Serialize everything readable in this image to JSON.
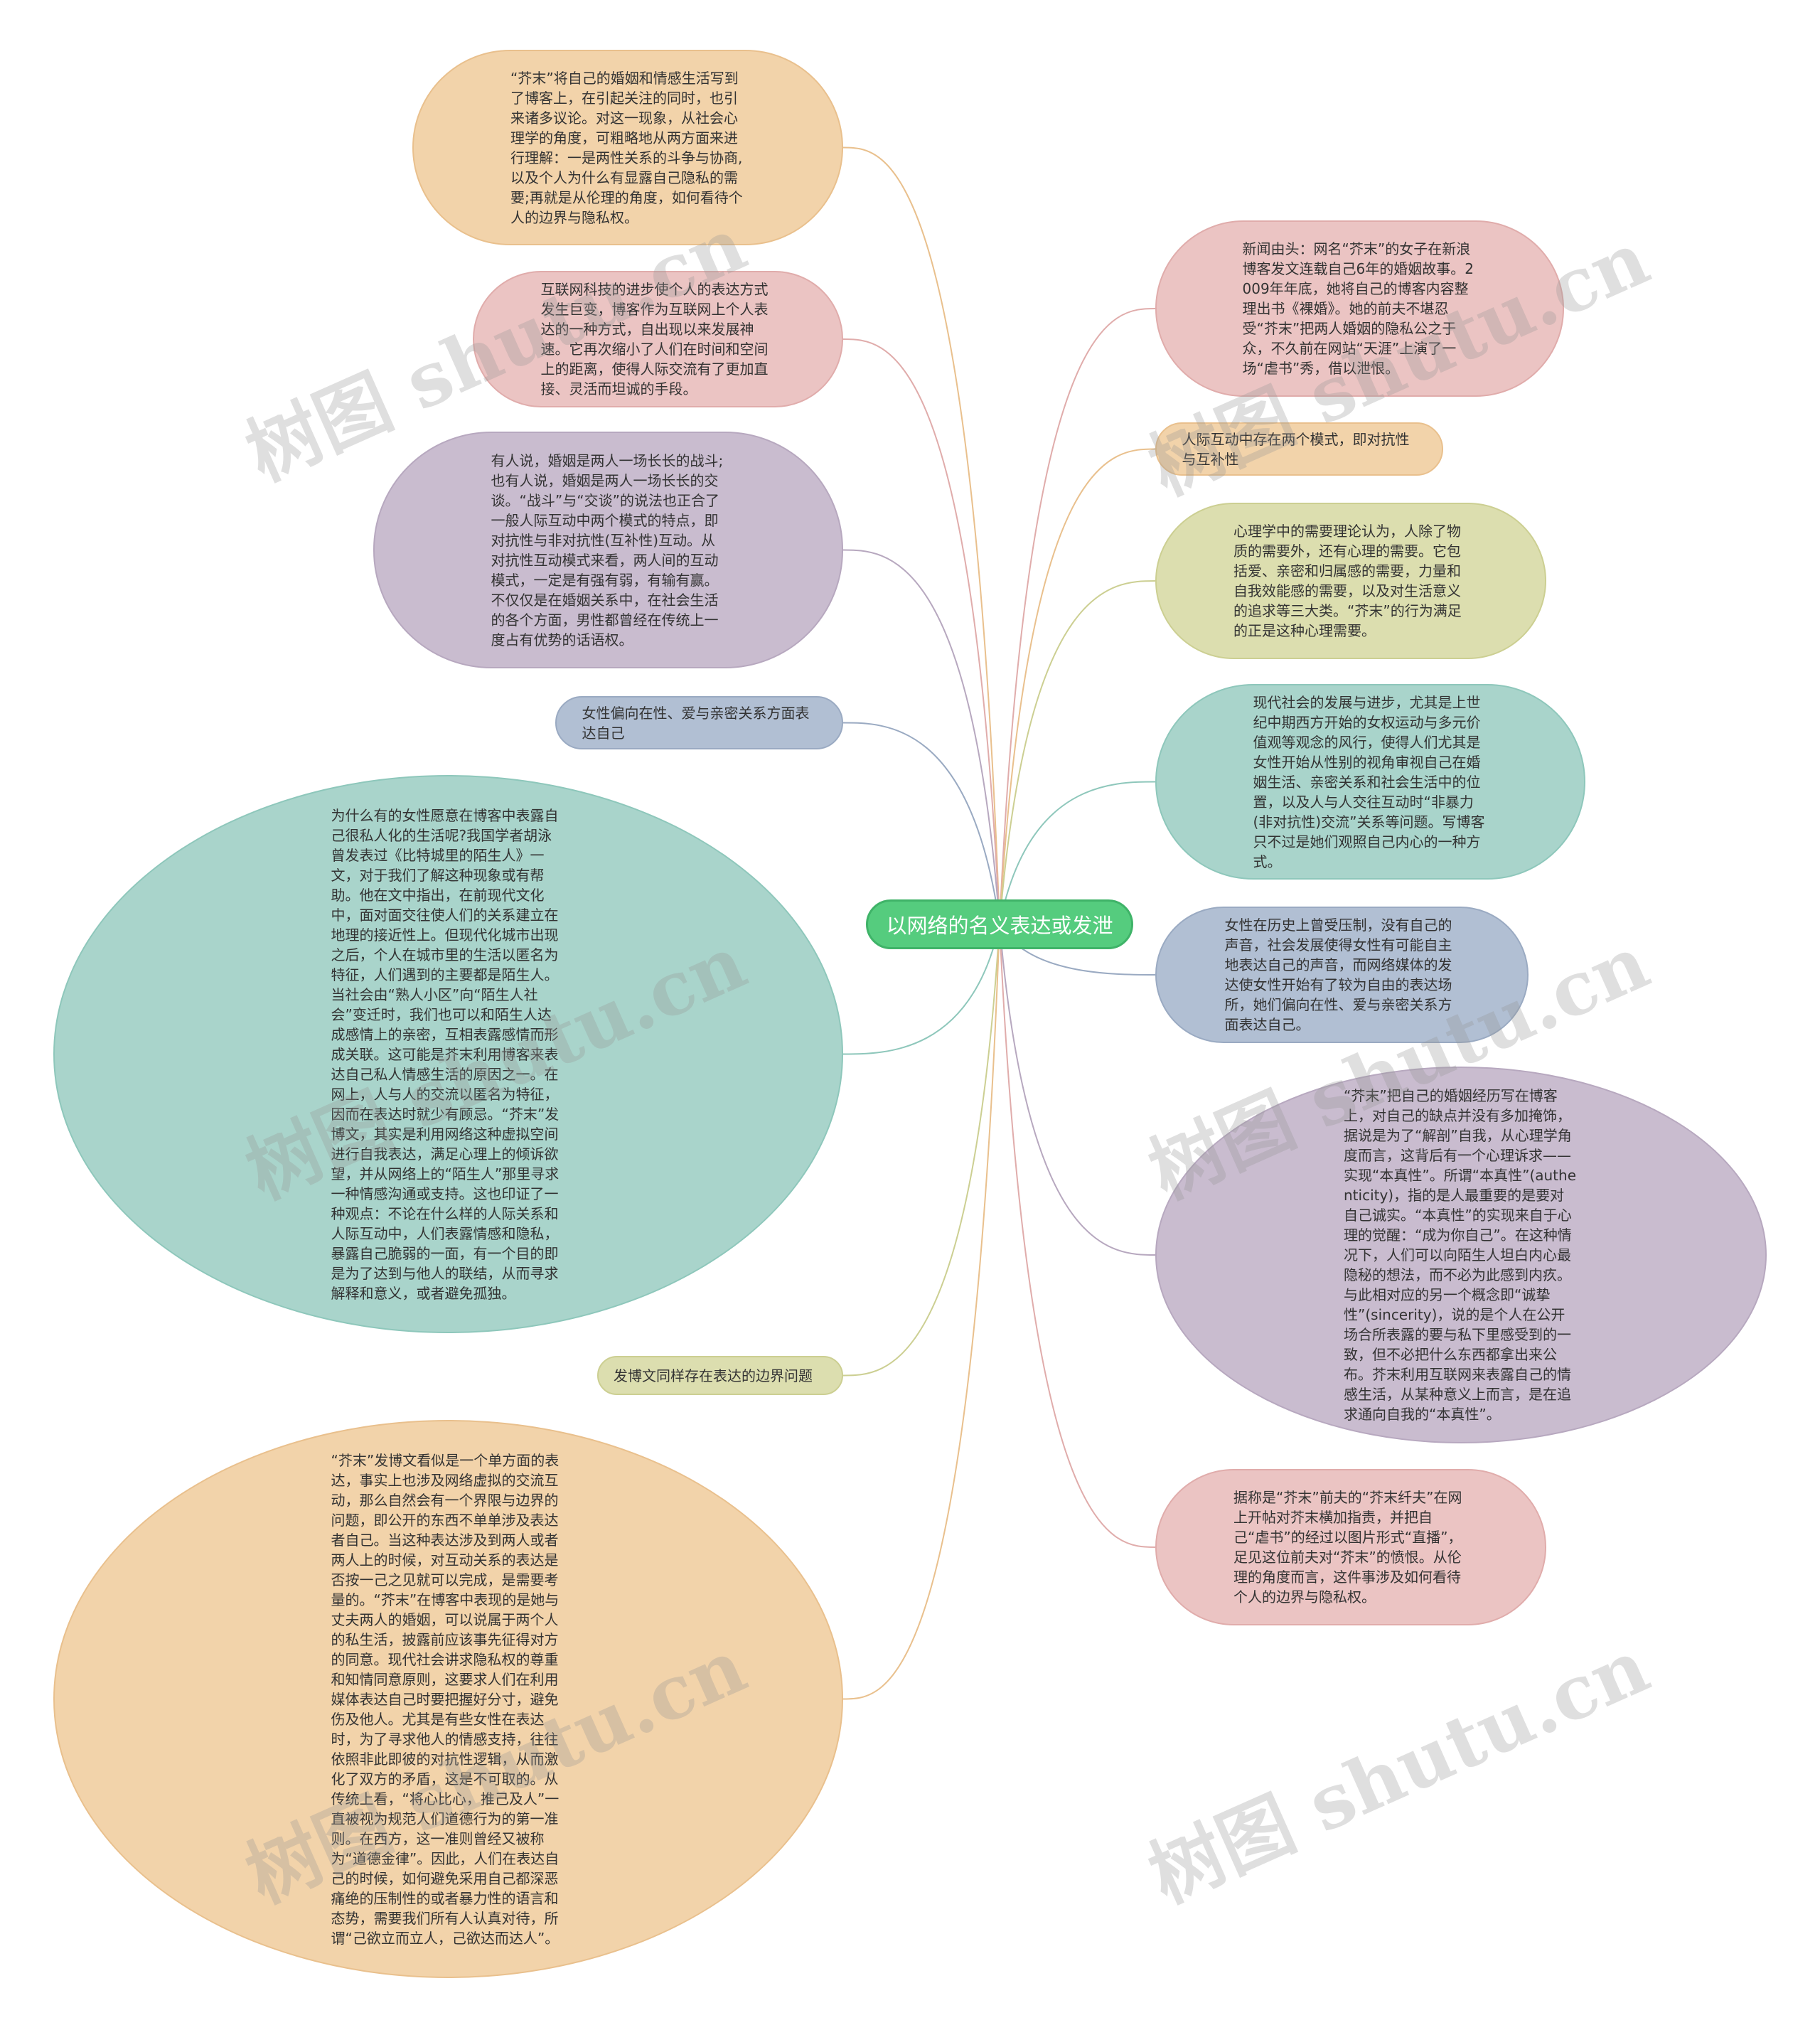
{
  "root": {
    "label": "以网络的名义表达或发泄"
  },
  "colors": {
    "orange": "#f2d3aa",
    "pink": "#ebc4c3",
    "purple": "#c9bccf",
    "blue": "#b1bfd3",
    "teal": "#a9d4cb",
    "olive": "#dcdeaf",
    "root": "#55cc7e"
  },
  "left_nodes": [
    {
      "text": "“芥末”将自己的婚姻和情感生活写到了博客上，在引起关注的同时，也引来诸多议论。对这一现象，从社会心理学的角度，可粗略地从两方面来进行理解：一是两性关系的斗争与协商,以及个人为什么有显露自己隐私的需要;再就是从伦理的角度，如何看待个人的边界与隐私权。",
      "color": "orange"
    },
    {
      "text": "互联网科技的进步使个人的表达方式发生巨变，博客作为互联网上个人表达的一种方式，自出现以来发展神速。它再次缩小了人们在时间和空间上的距离，使得人际交流有了更加直接、灵活而坦诚的手段。",
      "color": "pink"
    },
    {
      "text": "有人说，婚姻是两人一场长长的战斗;也有人说，婚姻是两人一场长长的交谈。“战斗”与“交谈”的说法也正合了一般人际互动中两个模式的特点，即对抗性与非对抗性(互补性)互动。从对抗性互动模式来看，两人间的互动模式，一定是有强有弱，有输有赢。不仅仅是在婚姻关系中，在社会生活的各个方面，男性都曾经在传统上一度占有优势的话语权。",
      "color": "purple"
    },
    {
      "text": "女性偏向在性、爱与亲密关系方面表达自己",
      "color": "blue"
    },
    {
      "text": "为什么有的女性愿意在博客中表露自己很私人化的生活呢?我国学者胡泳曾发表过《比特城里的陌生人》一文，对于我们了解这种现象或有帮助。他在文中指出，在前现代文化中，面对面交往使人们的关系建立在地理的接近性上。但现代化城市出现之后，个人在城市里的生活以匿名为特征，人们遇到的主要都是陌生人。当社会由“熟人小区”向“陌生人社会”变迁时，我们也可以和陌生人达成感情上的亲密，互相表露感情而形成关联。这可能是芥末利用博客来表达自己私人情感生活的原因之一。在网上，人与人的交流以匿名为特征，因而在表达时就少有顾忌。“芥末”发博文，其实是利用网络这种虚拟空间进行自我表达，满足心理上的倾诉欲望，并从网络上的“陌生人”那里寻求一种情感沟通或支持。这也印证了一种观点：不论在什么样的人际关系和人际互动中，人们表露情感和隐私，暴露自己脆弱的一面，有一个目的即是为了达到与他人的联结，从而寻求解释和意义，或者避免孤独。",
      "color": "teal"
    },
    {
      "text": "发博文同样存在表达的边界问题",
      "color": "olive"
    },
    {
      "text": "“芥末”发博文看似是一个单方面的表达，事实上也涉及网络虚拟的交流互动，那么自然会有一个界限与边界的问题，即公开的东西不单单涉及表达者自己。当这种表达涉及到两人或者两人上的时候，对互动关系的表达是否按一己之见就可以完成，是需要考量的。“芥末”在博客中表现的是她与丈夫两人的婚姻，可以说属于两个人的私生活，披露前应该事先征得对方的同意。现代社会讲求隐私权的尊重和知情同意原则，这要求人们在利用媒体表达自己时要把握好分寸，避免伤及他人。尤其是有些女性在表达时，为了寻求他人的情感支持，往往依照非此即彼的对抗性逻辑，从而激化了双方的矛盾，这是不可取的。从传统上看，“将心比心，推己及人”一直被视为规范人们道德行为的第一准则。在西方，这一准则曾经又被称为“道德金律”。因此，人们在表达自己的时候，如何避免采用自己都深恶痛绝的压制性的或者暴力性的语言和态势，需要我们所有人认真对待，所谓“己欲立而立人，己欲达而达人”。",
      "color": "orange"
    }
  ],
  "right_nodes": [
    {
      "text": "新闻由头：网名“芥末”的女子在新浪博客发文连载自己6年的婚姻故事。2009年年底，她将自己的博客内容整理出书《裸婚》。她的前夫不堪忍受“芥末”把两人婚姻的隐私公之于众，不久前在网站“天涯”上演了一场“虐书”秀，借以泄恨。",
      "color": "pink"
    },
    {
      "text": "人际互动中存在两个模式，即对抗性与互补性",
      "color": "orange"
    },
    {
      "text": "心理学中的需要理论认为，人除了物质的需要外，还有心理的需要。它包括爱、亲密和归属感的需要，力量和自我效能感的需要，以及对生活意义的追求等三大类。“芥末”的行为满足的正是这种心理需要。",
      "color": "olive"
    },
    {
      "text": "现代社会的发展与进步，尤其是上世纪中期西方开始的女权运动与多元价值观等观念的风行，使得人们尤其是女性开始从性别的视角审视自己在婚姻生活、亲密关系和社会生活中的位置，以及人与人交往互动时“非暴力(非对抗性)交流”关系等问题。写博客只不过是她们观照自己内心的一种方式。",
      "color": "teal"
    },
    {
      "text": "女性在历史上曾受压制，没有自己的声音，社会发展使得女性有可能自主地表达自己的声音，而网络媒体的发达使女性开始有了较为自由的表达场所，她们偏向在性、爱与亲密关系方面表达自己。",
      "color": "blue"
    },
    {
      "text": "“芥末”把自己的婚姻经历写在博客上，对自己的缺点并没有多加掩饰，据说是为了“解剖”自我，从心理学角度而言，这背后有一个心理诉求——实现“本真性”。所谓“本真性”(authenticity)，指的是人最重要的是要对自己诚实。“本真性”的实现来自于心理的觉醒：“成为你自己”。在这种情况下，人们可以向陌生人坦白内心最隐秘的想法，而不必为此感到内疚。与此相对应的另一个概念即“诚挚性”(sincerity)，说的是个人在公开场合所表露的要与私下里感受到的一致，但不必把什么东西都拿出来公布。芥末利用互联网来表露自己的情感生活，从某种意义上而言，是在追求通向自我的“本真性”。",
      "color": "purple"
    },
    {
      "text": "据称是“芥末”前夫的“芥末纤夫”在网上开帖对芥末横加指责，并把自己“虐书”的经过以图片形式“直播”，足见这位前夫对“芥末”的愤恨。从伦理的角度而言，这件事涉及如何看待个人的边界与隐私权。",
      "color": "pink"
    }
  ],
  "watermark": "树图 shutu.cn"
}
